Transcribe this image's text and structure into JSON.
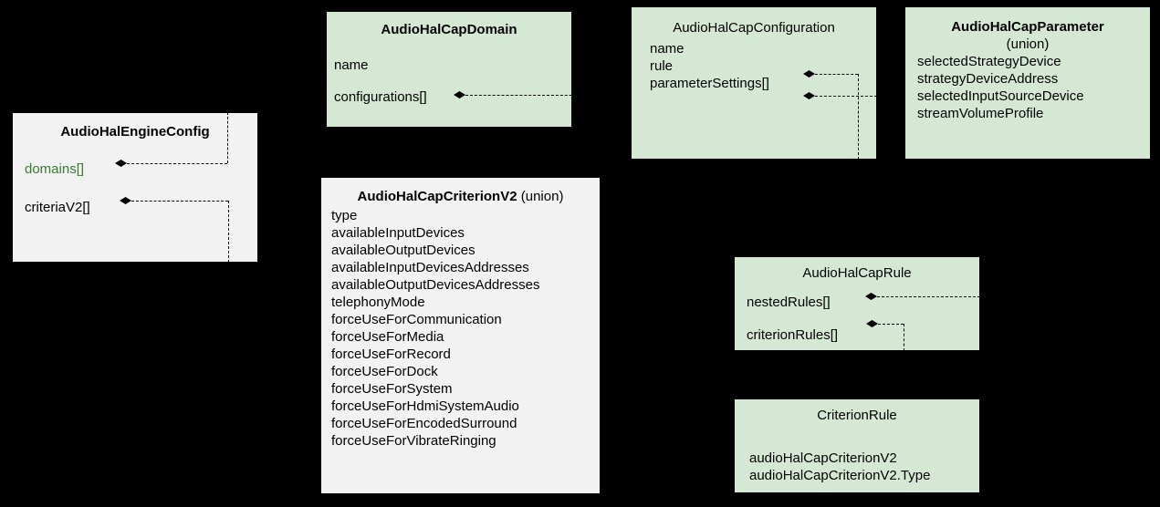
{
  "diagram": {
    "title_hidden": "",
    "background_color": "#000000",
    "class_fill_green": "#d5e8d4",
    "class_fill_grey": "#f2f2f2",
    "accent_text_green": "#3a7a33"
  },
  "classes": {
    "engine_config": {
      "title": "AudioHalEngineConfig",
      "attributes": [
        {
          "label": "domains[]",
          "accent": true
        },
        {
          "label": "criteriaV2[]",
          "accent": false
        }
      ]
    },
    "cap_domain": {
      "title": "AudioHalCapDomain",
      "attributes": [
        {
          "label": "name"
        },
        {
          "label": "configurations[]"
        }
      ]
    },
    "cap_configuration": {
      "title": "AudioHalCapConfiguration",
      "attributes": [
        {
          "label": "name"
        },
        {
          "label": "rule"
        },
        {
          "label": "parameterSettings[]"
        }
      ]
    },
    "cap_parameter": {
      "title": "AudioHalCapParameter",
      "subtitle": "(union)",
      "attributes": [
        {
          "label": "selectedStrategyDevice"
        },
        {
          "label": "strategyDeviceAddress"
        },
        {
          "label": "selectedInputSourceDevice"
        },
        {
          "label": "streamVolumeProfile"
        }
      ]
    },
    "cap_criterion_v2": {
      "title": "AudioHalCapCriterionV2",
      "title_suffix": "(union)",
      "attributes": [
        {
          "label": "type"
        },
        {
          "label": "availableInputDevices"
        },
        {
          "label": "availableOutputDevices"
        },
        {
          "label": "availableInputDevicesAddresses"
        },
        {
          "label": "availableOutputDevicesAddresses"
        },
        {
          "label": "telephonyMode"
        },
        {
          "label": "forceUseForCommunication"
        },
        {
          "label": "forceUseForMedia"
        },
        {
          "label": "forceUseForRecord"
        },
        {
          "label": "forceUseForDock"
        },
        {
          "label": "forceUseForSystem"
        },
        {
          "label": "forceUseForHdmiSystemAudio"
        },
        {
          "label": "forceUseForEncodedSurround"
        },
        {
          "label": "forceUseForVibrateRinging"
        }
      ]
    },
    "cap_rule": {
      "title": "AudioHalCapRule",
      "attributes": [
        {
          "label": "nestedRules[]"
        },
        {
          "label": "criterionRules[]"
        }
      ]
    },
    "criterion_rule": {
      "title": "CriterionRule",
      "attributes": [
        {
          "label": "audioHalCapCriterionV2"
        },
        {
          "label": "audioHalCapCriterionV2.Type"
        }
      ]
    }
  }
}
